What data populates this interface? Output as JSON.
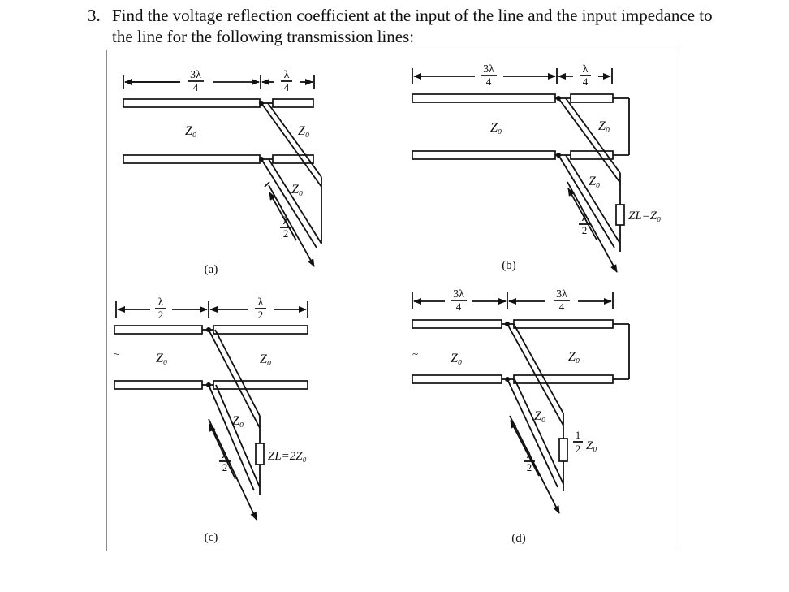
{
  "question": {
    "number": "3.",
    "text": "Find the voltage reflection coefficient at the input of the line and the input impedance to the line for the following transmission lines:"
  },
  "symbols": {
    "z0": "Z₀",
    "lambda": "λ",
    "three_lambda": "3λ",
    "four": "4",
    "two": "2",
    "one": "1",
    "tilde": "~"
  },
  "panels": {
    "a": {
      "caption": "(a)"
    },
    "b": {
      "caption": "(b)",
      "load": "ZL=Z₀"
    },
    "c": {
      "caption": "(c)",
      "load": "ZL=2Z₀"
    },
    "d": {
      "caption": "(d)",
      "load": "Z₀"
    }
  }
}
